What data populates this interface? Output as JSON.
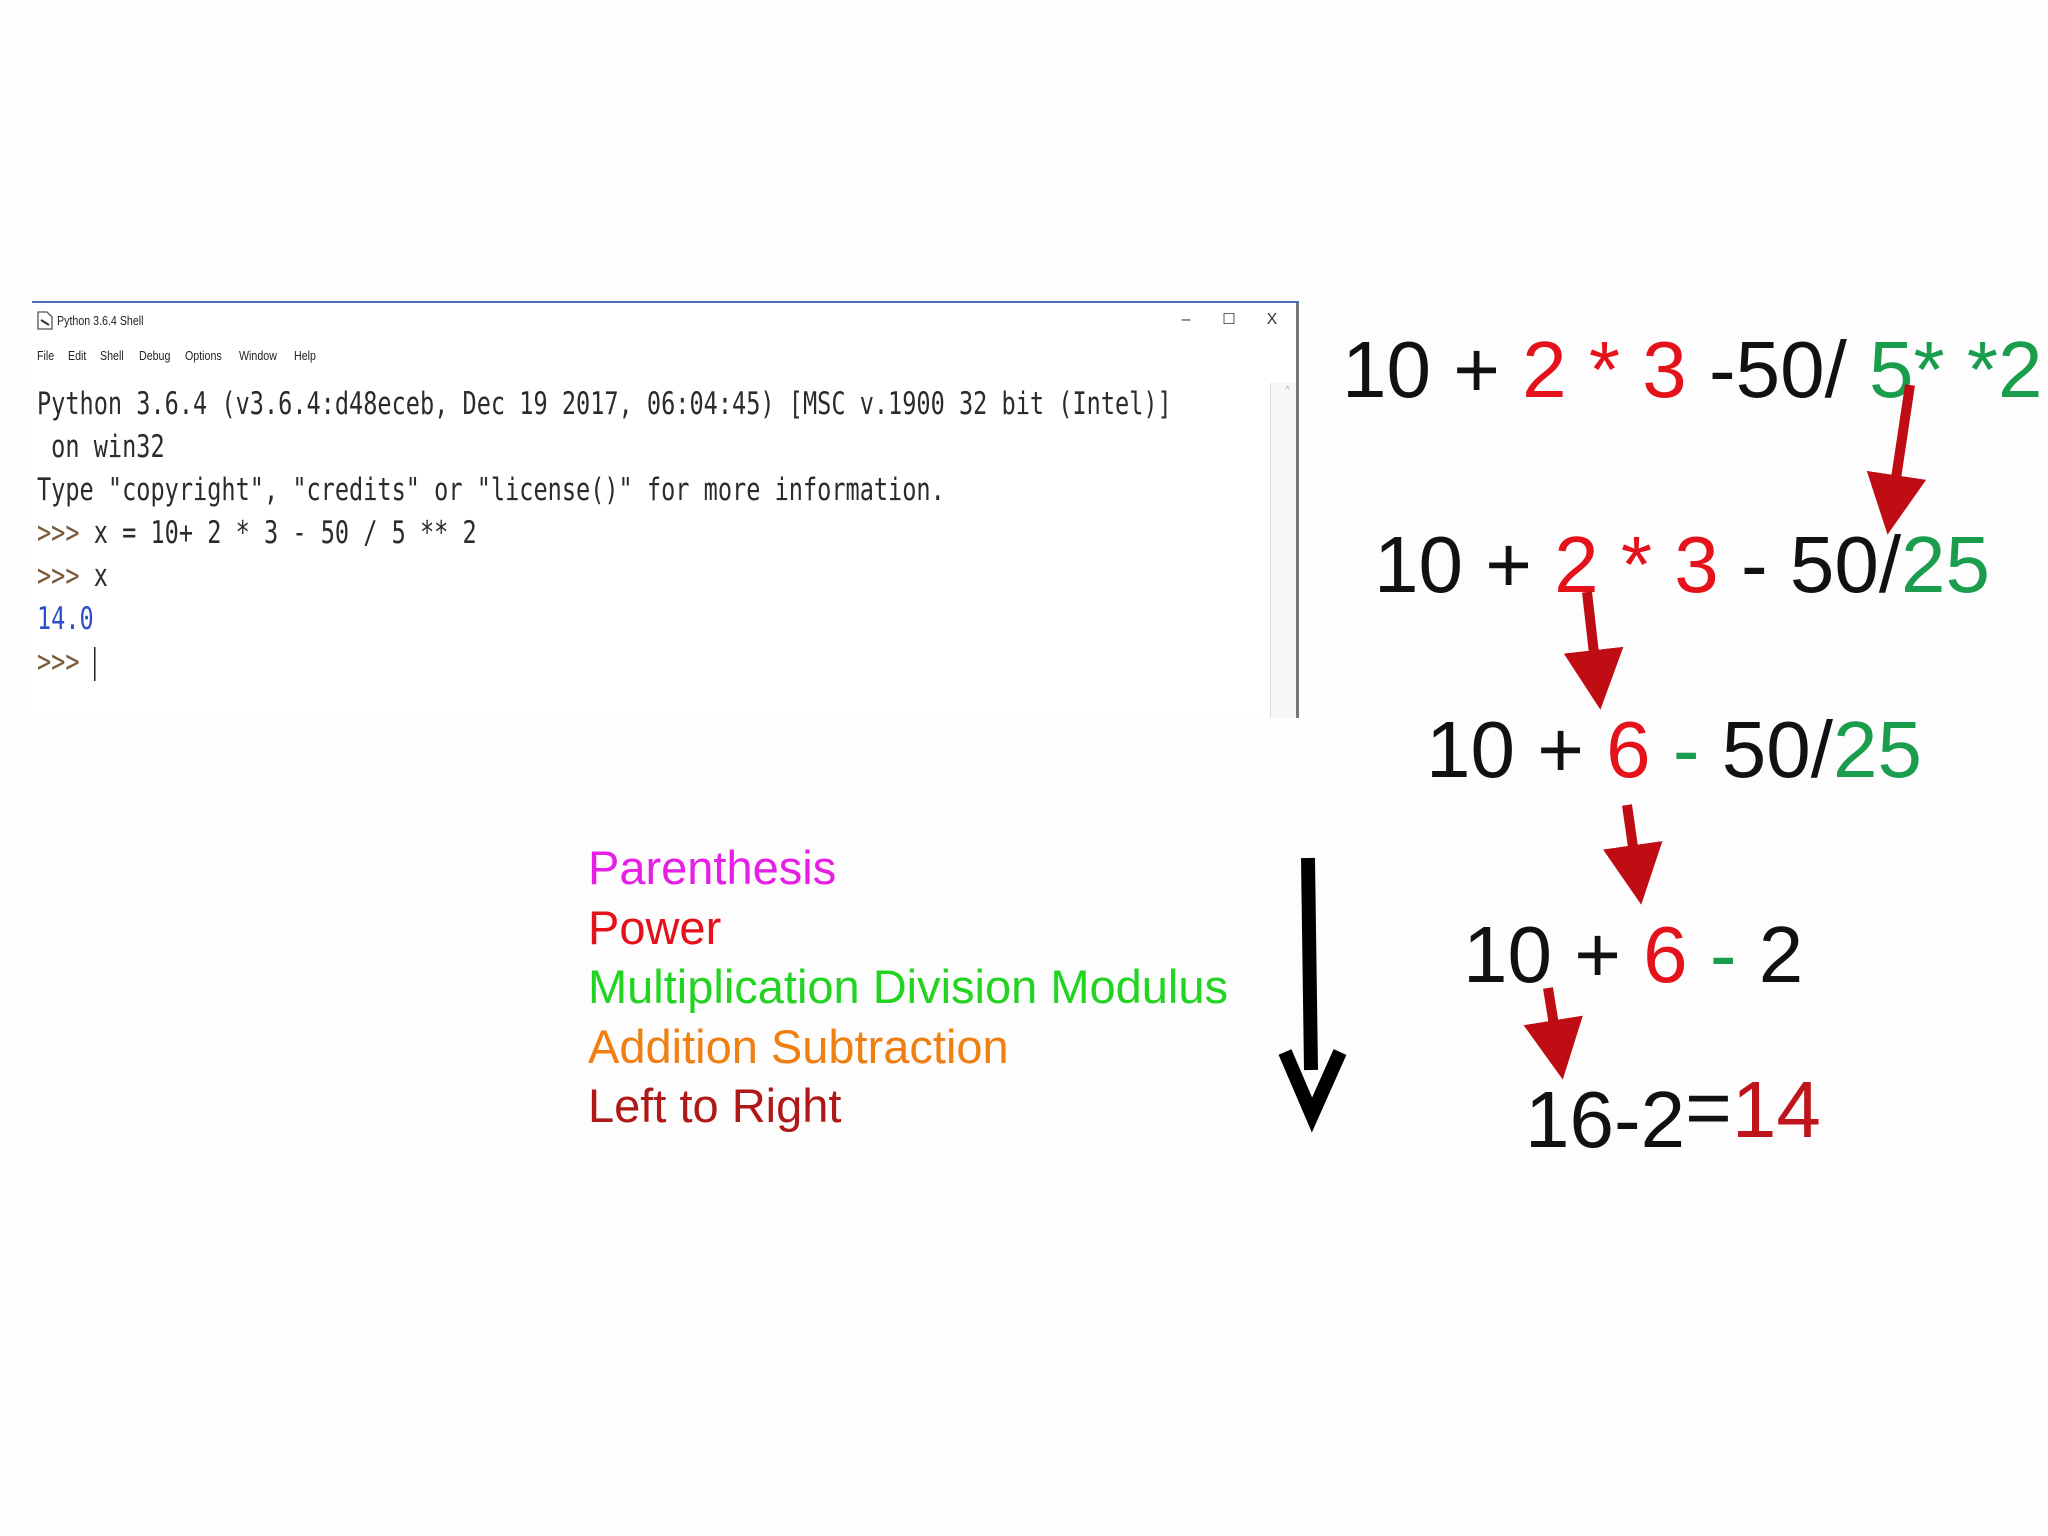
{
  "window": {
    "title": "Python 3.6.4 Shell",
    "controls": {
      "minimize": "–",
      "maximize": "☐",
      "close": "X"
    },
    "menu": [
      "File",
      "Edit",
      "Shell",
      "Debug",
      "Options",
      "Window",
      "Help"
    ],
    "shell": {
      "lines": [
        "Python 3.6.4 (v3.6.4:d48eceb, Dec 19 2017, 06:04:45) [MSC v.1900 32 bit (Intel)]",
        " on win32",
        "Type \"copyright\", \"credits\" or \"license()\" for more information."
      ],
      "prompt": ">>>",
      "commands": [
        "x = 10+ 2 * 3 - 50 / 5 ** 2",
        "x"
      ],
      "output": "14.0"
    }
  },
  "legend": [
    {
      "text": "Parenthesis",
      "color": "#e61ee6"
    },
    {
      "text": "Power",
      "color": "#e4121a"
    },
    {
      "text": "Multiplication Division Modulus",
      "color": "#22d322"
    },
    {
      "text": "Addition Subtraction",
      "color": "#f07f12"
    },
    {
      "text": "Left to Right",
      "color": "#b01818"
    }
  ],
  "steps": {
    "s1": {
      "a": "10 + ",
      "b": "2 * 3",
      "c": " -50/ ",
      "d": "5* *2"
    },
    "s2": {
      "a": "10 + ",
      "b": "2 * 3",
      "c": " - 50/",
      "d": "25"
    },
    "s3": {
      "a": "10 + ",
      "b": "6",
      "c": " - ",
      "d": "50/",
      "e": "25"
    },
    "s4": {
      "a": "10 + ",
      "b": "6",
      "c": " - ",
      "d": "2"
    },
    "s5": {
      "a": "16-2",
      "b": "=",
      "c": "14"
    }
  }
}
